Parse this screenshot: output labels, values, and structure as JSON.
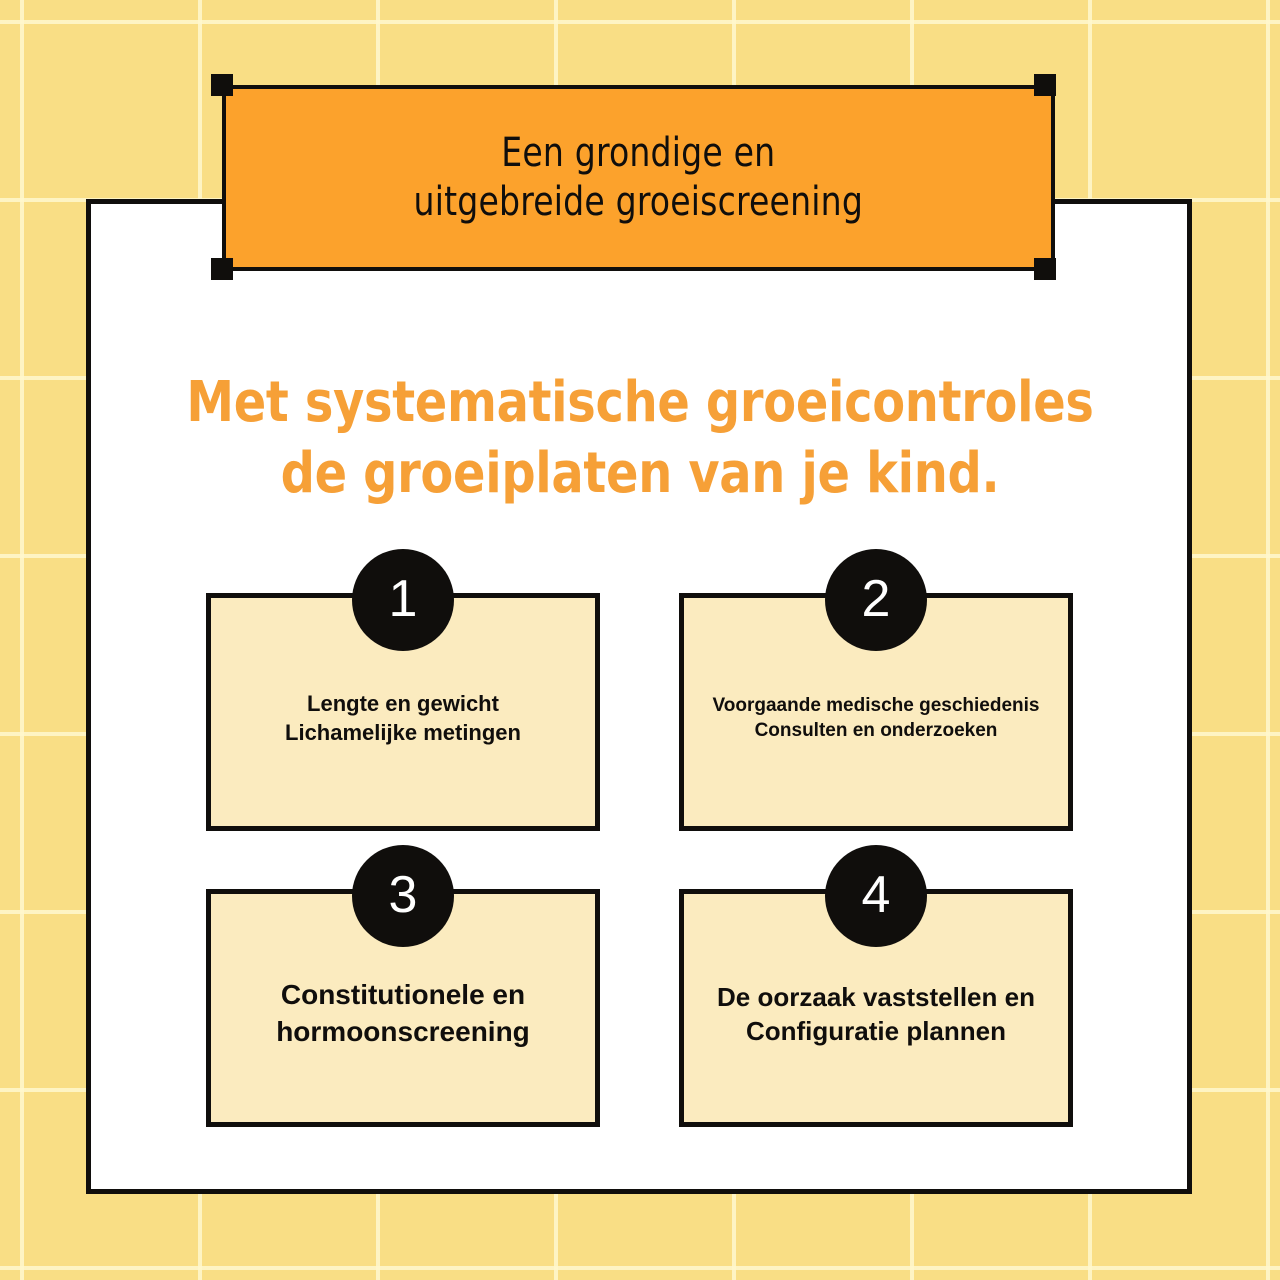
{
  "colors": {
    "background_yellow": "#f9de85",
    "grid_line": "#fff8ce",
    "banner_orange": "#fca22c",
    "heading_orange": "#f6a037",
    "card_fill": "#fbebbf",
    "ink_black": "#100e0c",
    "panel_white": "#ffffff"
  },
  "banner": {
    "line1": "Een grondige en",
    "line2": "uitgebreide groeiscreening"
  },
  "heading": {
    "line1": "Met systematische groeicontroles",
    "line2": "de groeiplaten van je kind."
  },
  "cards": [
    {
      "number": "1",
      "line1": "Lengte en gewicht",
      "line2": "Lichamelijke metingen"
    },
    {
      "number": "2",
      "line1": "Voorgaande medische geschiedenis",
      "line2": "Consulten en onderzoeken"
    },
    {
      "number": "3",
      "line1": "Constitutionele en",
      "line2": "hormoonscreening"
    },
    {
      "number": "4",
      "line1": "De oorzaak vaststellen en",
      "line2": "Configuratie plannen"
    }
  ]
}
